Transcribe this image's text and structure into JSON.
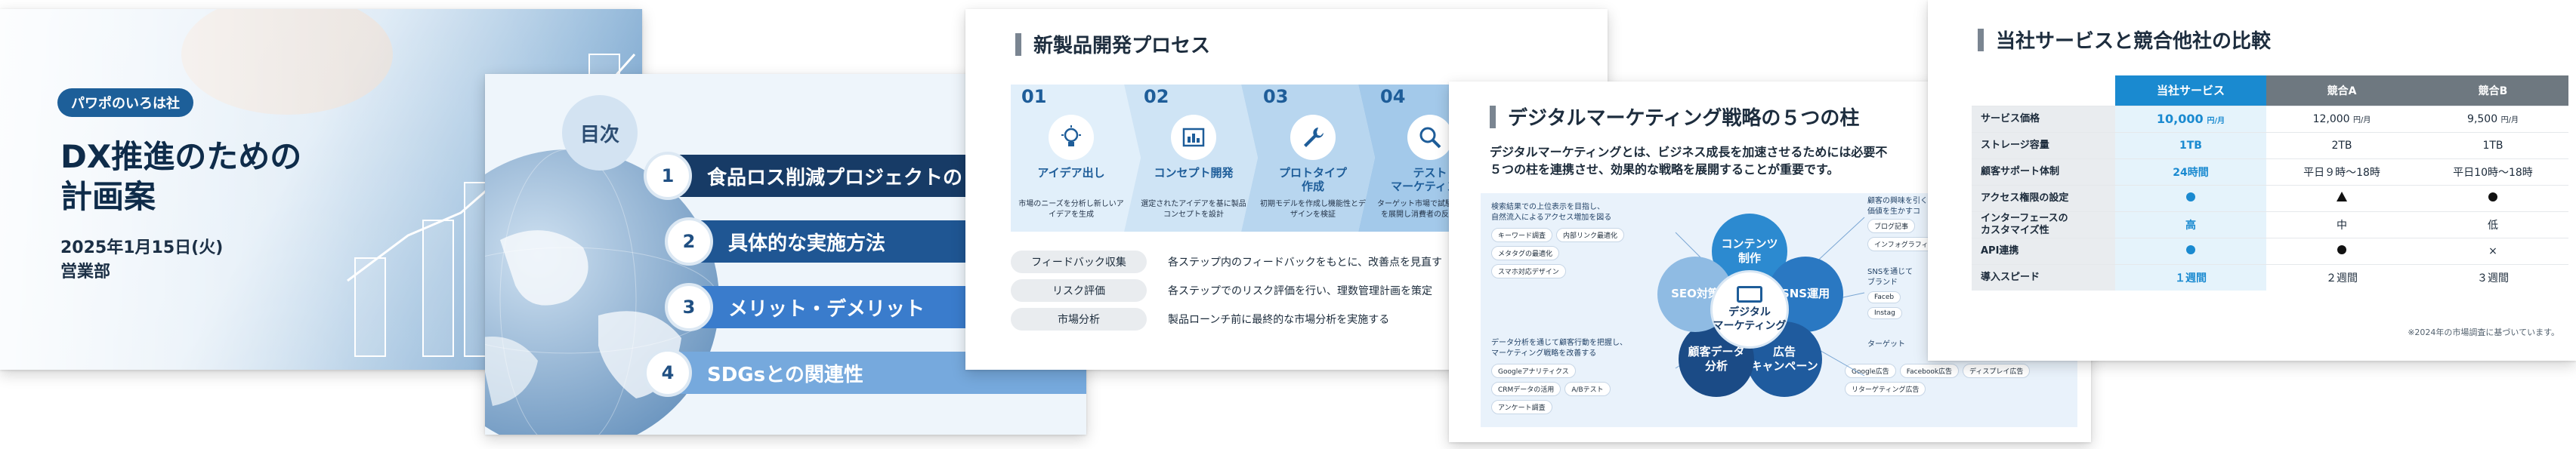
{
  "slide1": {
    "badge": "パワポのいろは社",
    "title_line1": "DX推進のための",
    "title_line2": "計画案",
    "date": "2025年1月15日(火)",
    "department": "営業部"
  },
  "slide2": {
    "heading": "目次",
    "items": [
      {
        "num": "1",
        "label": "食品ロス削減プロジェクトの"
      },
      {
        "num": "2",
        "label": "具体的な実施方法"
      },
      {
        "num": "3",
        "label": "メリット・デメリット"
      },
      {
        "num": "4",
        "label": "SDGsとの関連性"
      }
    ]
  },
  "slide3": {
    "title": "新製品開発プロセス",
    "steps": [
      {
        "num": "01",
        "name": "アイデア出し",
        "desc": "市場のニーズを分析し新しいアイデアを生成",
        "icon": "lightbulb-icon"
      },
      {
        "num": "02",
        "name": "コンセプト開発",
        "desc": "選定されたアイデアを基に製品コンセプトを設計",
        "icon": "chart-icon"
      },
      {
        "num": "03",
        "name": "プロトタイプ\n作成",
        "desc": "初期モデルを作成し機能性とデザインを検証",
        "icon": "wrench-icon"
      },
      {
        "num": "04",
        "name": "テスト\nマーケティング",
        "desc": "ターゲット市場で試験的に製品を展開し消費者の反応を収集",
        "icon": "magnifier-icon"
      }
    ],
    "features": [
      {
        "label": "フィードバック収集",
        "text": "各ステップ内のフィードバックをもとに、改善点を見直す"
      },
      {
        "label": "リスク評価",
        "text": "各ステップでのリスク評価を行い、理数管理計画を策定"
      },
      {
        "label": "市場分析",
        "text": "製品ローンチ前に最終的な市場分析を実施する"
      }
    ]
  },
  "slide4": {
    "title": "デジタルマーケティング戦略の５つの柱",
    "intro_line1": "デジタルマーケティングとは、ビジネス成長を加速させるためには必要不",
    "intro_line2": "５つの柱を連携させ、効果的な戦略を展開することが重要です。",
    "center": "デジタル\nマーケティング",
    "pillars": [
      "コンテンツ\n制作",
      "SNS運用",
      "広告\nキャンペーン",
      "顧客データ\n分析",
      "SEO対策"
    ],
    "notes": {
      "seo": "検索結果での上位表示を目指し、\n自然流入によるアクセス増加を図る",
      "content": "顧客の興味を引く\n価値を生かすコ",
      "sns": "SNSを通じて\nブランド",
      "data": "データ分析を通じて顧客行動を把握し、\nマーケティング戦略を改善する",
      "ad": "ターゲット"
    },
    "tags": {
      "seo": [
        "キーワード調査",
        "内部リンク最適化",
        "メタタグの最適化",
        "スマホ対応デザイン"
      ],
      "content": [
        "ブログ記事",
        "インフォグラフィ"
      ],
      "sns": [
        "Faceb",
        "Instag"
      ],
      "data": [
        "Googleアナリティクス",
        "CRMデータの活用",
        "A/Bテスト",
        "アンケート調査"
      ],
      "ad": [
        "Google広告",
        "Facebook広告",
        "ディスプレイ広告",
        "リターゲティング広告"
      ]
    }
  },
  "slide5": {
    "title": "当社サービスと競合他社の比較",
    "columns": [
      "当社サービス",
      "競合A",
      "競合B"
    ],
    "rows": [
      {
        "label": "サービス価格",
        "us": "10,000",
        "us_unit": "円/月",
        "a": "12,000",
        "a_unit": "円/月",
        "b": "9,500",
        "b_unit": "円/月"
      },
      {
        "label": "ストレージ容量",
        "us": "1TB",
        "a": "2TB",
        "b": "1TB"
      },
      {
        "label": "顧客サポート体制",
        "us": "24時間",
        "a": "平日９時～18時",
        "b": "平日10時～18時"
      },
      {
        "label": "アクセス権限の設定",
        "us": "●",
        "a": "▲",
        "b": "●"
      },
      {
        "label": "インターフェースの\nカスタマイズ性",
        "us": "高",
        "a": "中",
        "b": "低"
      },
      {
        "label": "API連携",
        "us": "●",
        "a": "●",
        "b": "×"
      },
      {
        "label": "導入スピード",
        "us": "１週間",
        "a": "２週間",
        "b": "３週間"
      }
    ],
    "footnote": "※2024年の市場調査に基づいています。",
    "colors": {
      "us": "#1a8ad0",
      "a": "#6e7880",
      "b": "#6e7880"
    }
  }
}
